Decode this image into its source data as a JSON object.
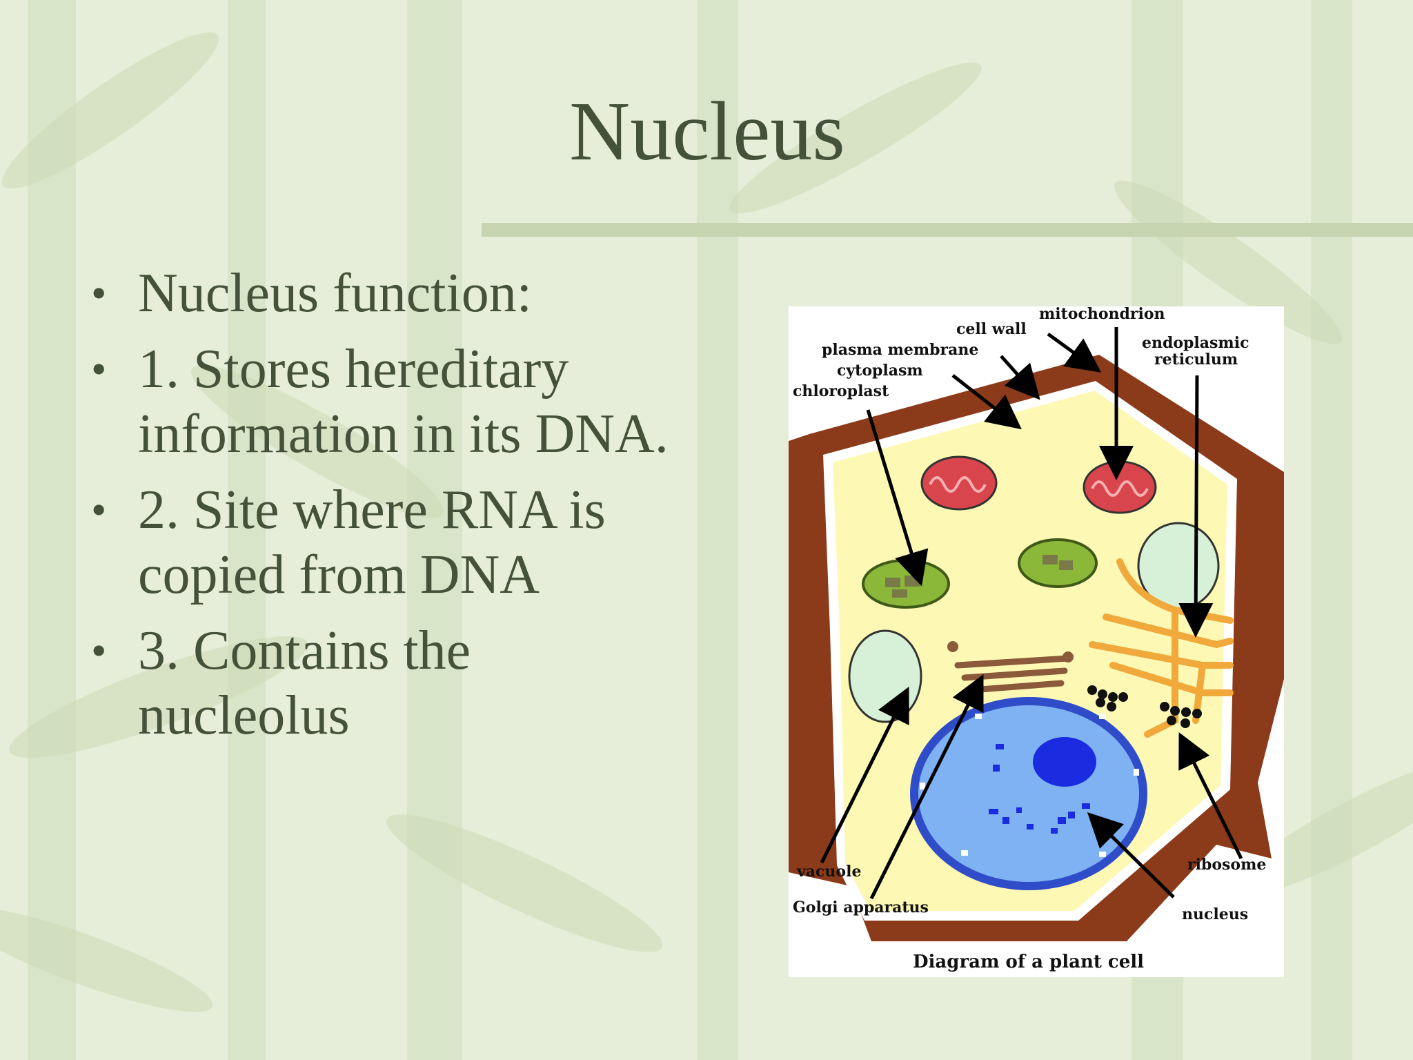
{
  "slide": {
    "title": "Nucleus",
    "bullets": [
      "Nucleus function:",
      "1. Stores hereditary information in its DNA.",
      "2. Site where RNA is copied from DNA",
      "3. Contains the nucleolus"
    ]
  },
  "diagram": {
    "caption": "Diagram of a plant cell",
    "labels": {
      "mitochondrion": "mitochondrion",
      "cell_wall": "cell wall",
      "plasma_membrane": "plasma membrane",
      "cytoplasm": "cytoplasm",
      "chloroplast": "chloroplast",
      "er_line1": "endoplasmic",
      "er_line2": "reticulum",
      "vacuole": "vacuole",
      "golgi": "Golgi apparatus",
      "ribosome": "ribosome",
      "nucleus": "nucleus"
    }
  },
  "colors": {
    "background": "#e6eed9",
    "title_text": "#44523a",
    "rule": "#c6d4b0",
    "cell_wall": "#8b3a1a",
    "cytoplasm": "#fdf8b4",
    "nucleus": "#7fb2f2",
    "mitochondrion": "#d9454c",
    "chloroplast": "#8cb83a",
    "vacuole": "#d6f1d8",
    "er": "#f0a93a"
  }
}
